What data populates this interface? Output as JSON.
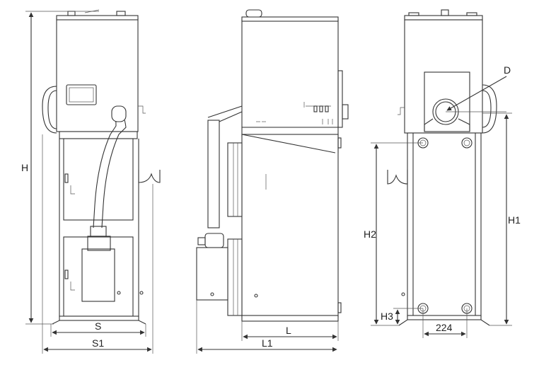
{
  "labels": {
    "H": "H",
    "S": "S",
    "S1": "S1",
    "L": "L",
    "L1": "L1",
    "D": "D",
    "H1": "H1",
    "H2": "H2",
    "H3": "H3",
    "dim_224": "224"
  }
}
